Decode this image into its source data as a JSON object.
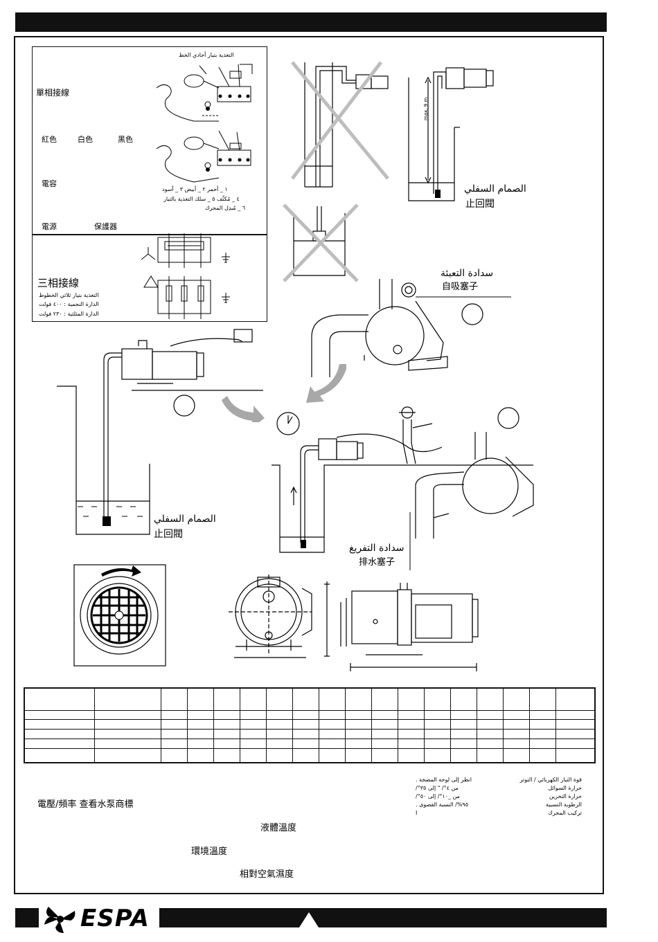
{
  "wiring": {
    "mono_title_zh": "單相接線",
    "mono_power_ar": "التغذية بتيار أحادي الخط",
    "colors": [
      "紅色",
      "白色",
      "黑色"
    ],
    "capacitor_zh": "電容",
    "legend_ar_1": "١ _ أحمر  ٢ _ أبيض  ٣ _ أسود",
    "legend_ar_2": "٤ _ مُكثّف  ٥ _ سلك التغذية بالتيار",
    "legend_ar_3": "٦ _ مُبدِل المحرك",
    "power_zh": "電源",
    "protector_zh": "保護器",
    "tri_title_zh": "三相接線",
    "tri_power_ar": "التغذية بتيار ثلاثي الخطوط",
    "star_ar": "الدارة النجمية  :  ٤٠٠ فولت",
    "delta_ar": "الدارة المثلثية  :  ٢٣٠ فولت"
  },
  "install": {
    "max_depth": "max. 9 m",
    "foot_valve_ar": "الصمام السفلي",
    "foot_valve_zh": "止回閥",
    "fill_plug_ar": "سدادة التعبئة",
    "fill_plug_zh": "自吸塞子",
    "drain_plug_ar": "سدادة التفريغ",
    "drain_plug_zh": "排水塞子"
  },
  "specs": {
    "voltage_zh": "電壓/頻率  查看水泵商標",
    "liquid_temp_zh": "液體溫度",
    "ambient_temp_zh": "環境溫度",
    "humidity_zh": "相對空氣濕度",
    "ar_labels": [
      "قوة التيار الكهربائي / التوتر",
      "حرارة السوائل",
      "حرارة التخزين",
      "الرطوبة النسبية",
      "تركيب المحرك"
    ],
    "ar_values": [
      "انظر إلى لوحة المضخة .",
      "من ٤°/ \" إلى ٣٥°/",
      "من _١٠°/ إلى ٥٠°/",
      "٩٥%/ النسبة القصوى .",
      "I"
    ]
  },
  "footer": {
    "brand": "ESPA"
  }
}
